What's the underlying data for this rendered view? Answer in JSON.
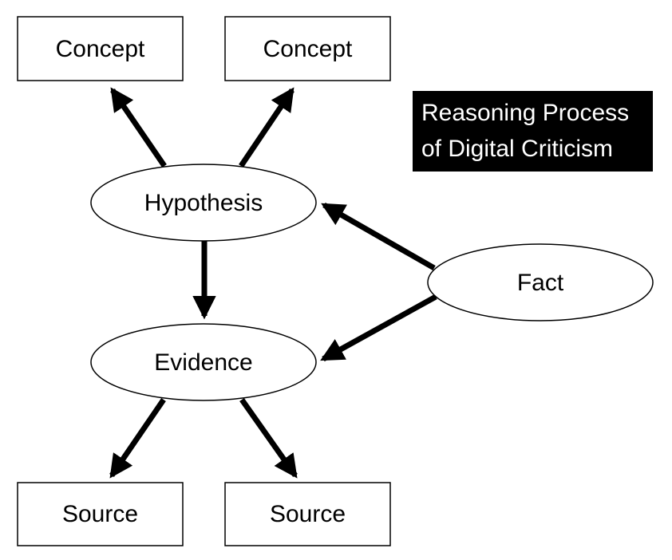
{
  "diagram": {
    "title": {
      "line1": "Reasoning Process",
      "line2": "of Digital Criticism"
    },
    "nodes": {
      "concept_left": "Concept",
      "concept_right": "Concept",
      "hypothesis": "Hypothesis",
      "evidence": "Evidence",
      "fact": "Fact",
      "source_left": "Source",
      "source_right": "Source"
    },
    "edges": [
      {
        "from": "hypothesis",
        "to": "concept_left"
      },
      {
        "from": "hypothesis",
        "to": "concept_right"
      },
      {
        "from": "hypothesis",
        "to": "evidence"
      },
      {
        "from": "fact",
        "to": "hypothesis"
      },
      {
        "from": "fact",
        "to": "evidence"
      },
      {
        "from": "evidence",
        "to": "source_left"
      },
      {
        "from": "evidence",
        "to": "source_right"
      }
    ],
    "colors": {
      "title_background": "#000000",
      "title_text": "#ffffff",
      "stroke": "#000000",
      "node_fill": "#ffffff"
    }
  }
}
